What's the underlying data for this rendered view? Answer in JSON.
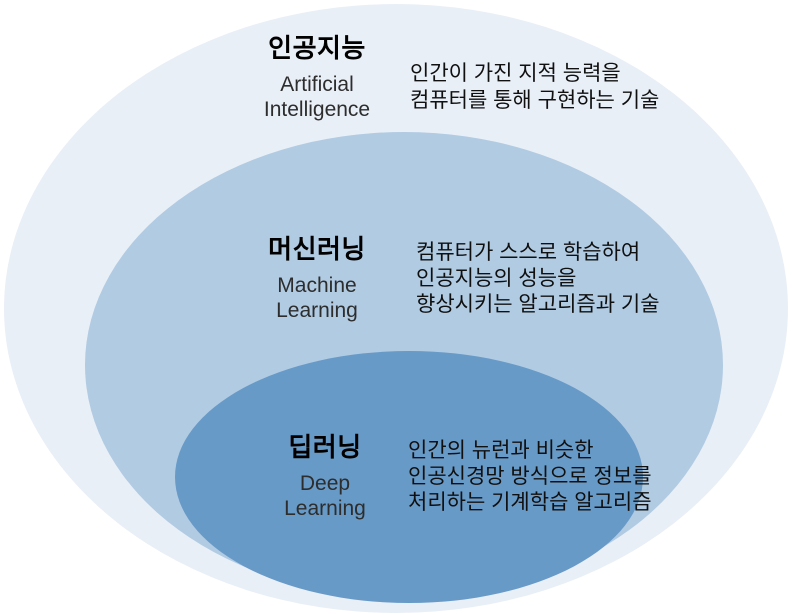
{
  "diagram": {
    "background_color": "#ffffff",
    "text_colors": {
      "title": "#000000",
      "subtitle": "#2d2d2d",
      "description": "#101010"
    },
    "layers": [
      {
        "name": "artificial-intelligence",
        "title_ko": "인공지능",
        "title_en_lines": [
          "Artificial",
          "Intelligence"
        ],
        "desc_lines": [
          "인간이 가진 지적 능력을",
          "컴퓨터를 통해 구현하는 기술"
        ],
        "fill_color": "#E9EFF7"
      },
      {
        "name": "machine-learning",
        "title_ko": "머신러닝",
        "title_en_lines": [
          "Machine",
          "Learning"
        ],
        "desc_lines": [
          "컴퓨터가 스스로 학습하여",
          "인공지능의 성능을",
          "향상시키는 알고리즘과 기술"
        ],
        "fill_color": "#B1CBE3"
      },
      {
        "name": "deep-learning",
        "title_ko": "딥러닝",
        "title_en_lines": [
          "Deep",
          "Learning"
        ],
        "desc_lines": [
          "인간의 뉴런과 비슷한",
          "인공신경망 방식으로 정보를",
          "처리하는 기계학습 알고리즘"
        ],
        "fill_color": "#689AC7"
      }
    ]
  }
}
